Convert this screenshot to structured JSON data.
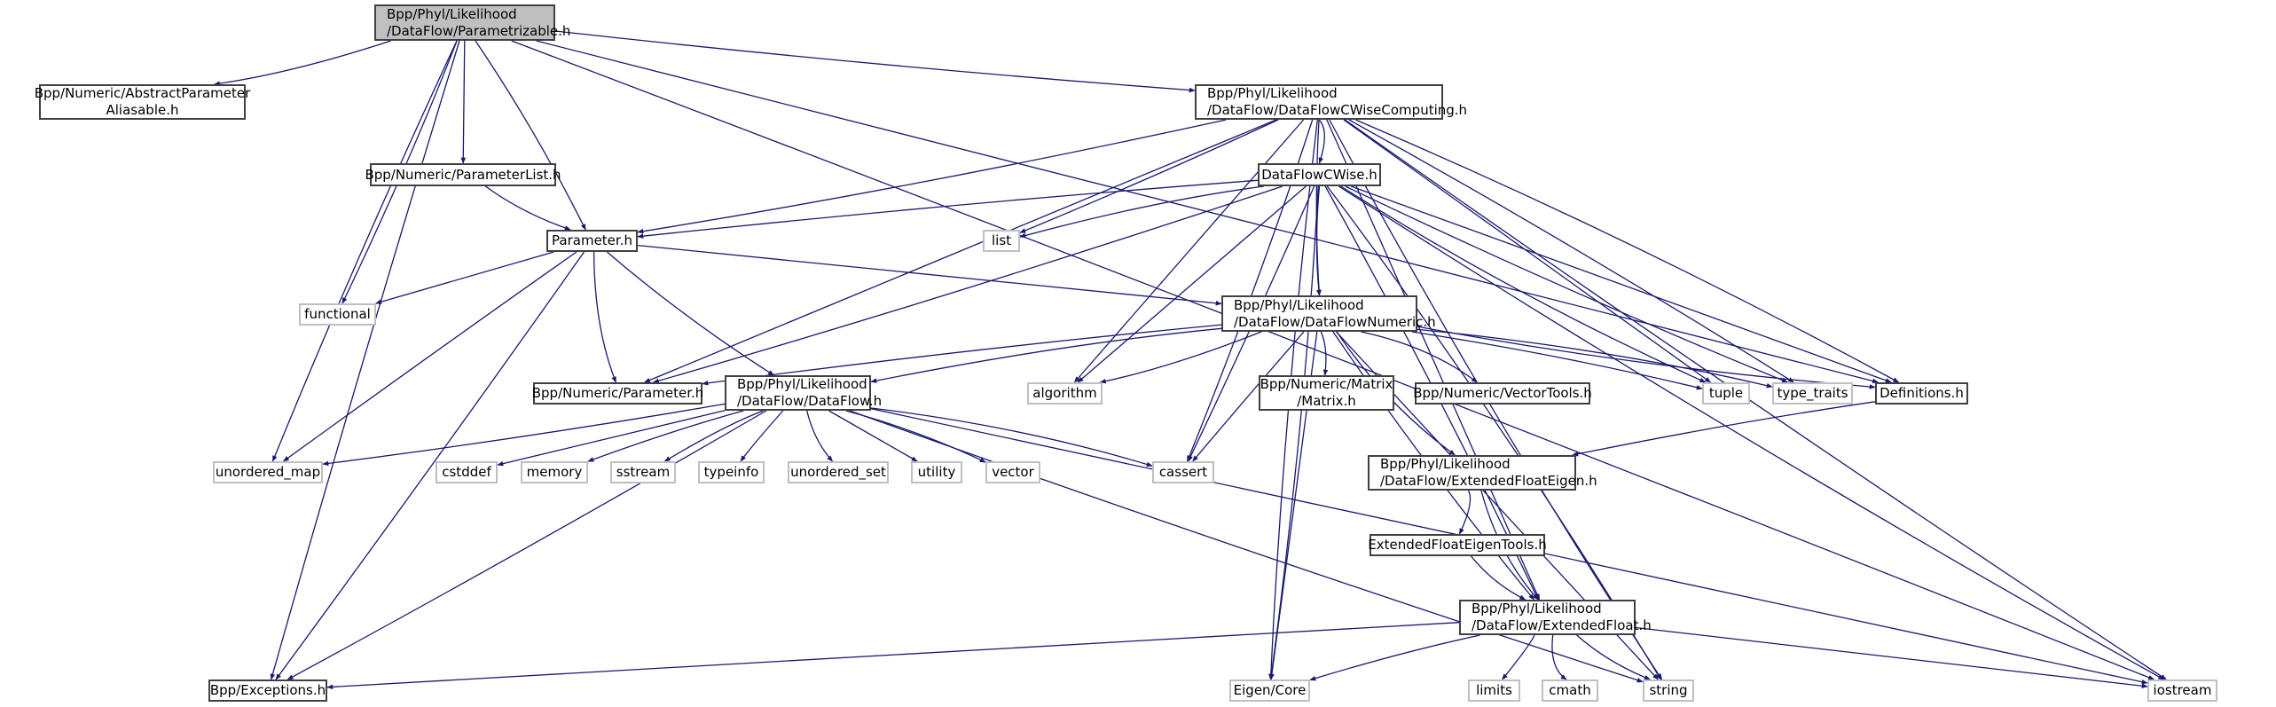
{
  "title": "Include dependency graph for Parametrizable.h",
  "colors": {
    "edge": "#191970",
    "root_fill": "#bfbfbf",
    "node_border": "#404040",
    "system_border": "#bfbfbf"
  },
  "nodes": {
    "root": {
      "label": "Bpp/Phyl/Likelihood\n/DataFlow/Parametrizable.h",
      "kind": "root"
    },
    "aliasable": {
      "label": "Bpp/Numeric/AbstractParameter\nAliasable.h",
      "kind": "local"
    },
    "cwisecomputing": {
      "label": "Bpp/Phyl/Likelihood\n/DataFlow/DataFlowCWiseComputing.h",
      "kind": "local"
    },
    "paramlist": {
      "label": "Bpp/Numeric/ParameterList.h",
      "kind": "local"
    },
    "cwise": {
      "label": "DataFlowCWise.h",
      "kind": "local"
    },
    "parameter": {
      "label": "Parameter.h",
      "kind": "local"
    },
    "list": {
      "label": "list",
      "kind": "system"
    },
    "functional": {
      "label": "functional",
      "kind": "system"
    },
    "numeric": {
      "label": "Bpp/Phyl/Likelihood\n/DataFlow/DataFlowNumeric.h",
      "kind": "local"
    },
    "numparam": {
      "label": "Bpp/Numeric/Parameter.h",
      "kind": "local"
    },
    "dataflow": {
      "label": "Bpp/Phyl/Likelihood\n/DataFlow/DataFlow.h",
      "kind": "local"
    },
    "algorithm": {
      "label": "algorithm",
      "kind": "system"
    },
    "matrix": {
      "label": "Bpp/Numeric/Matrix\n/Matrix.h",
      "kind": "local"
    },
    "vectortools": {
      "label": "Bpp/Numeric/VectorTools.h",
      "kind": "local"
    },
    "tuple": {
      "label": "tuple",
      "kind": "system"
    },
    "type_traits": {
      "label": "type_traits",
      "kind": "system"
    },
    "definitions": {
      "label": "Definitions.h",
      "kind": "local"
    },
    "unordered_map": {
      "label": "unordered_map",
      "kind": "system"
    },
    "cstddef": {
      "label": "cstddef",
      "kind": "system"
    },
    "memory": {
      "label": "memory",
      "kind": "system"
    },
    "sstream": {
      "label": "sstream",
      "kind": "system"
    },
    "typeinfo": {
      "label": "typeinfo",
      "kind": "system"
    },
    "unordered_set": {
      "label": "unordered_set",
      "kind": "system"
    },
    "utility": {
      "label": "utility",
      "kind": "system"
    },
    "vector": {
      "label": "vector",
      "kind": "system"
    },
    "cassert": {
      "label": "cassert",
      "kind": "system"
    },
    "efeigen": {
      "label": "Bpp/Phyl/Likelihood\n/DataFlow/ExtendedFloatEigen.h",
      "kind": "local"
    },
    "efeigentools": {
      "label": "ExtendedFloatEigenTools.h",
      "kind": "local"
    },
    "extfloat": {
      "label": "Bpp/Phyl/Likelihood\n/DataFlow/ExtendedFloat.h",
      "kind": "local"
    },
    "exceptions": {
      "label": "Bpp/Exceptions.h",
      "kind": "local"
    },
    "eigencore": {
      "label": "Eigen/Core",
      "kind": "system"
    },
    "limits": {
      "label": "limits",
      "kind": "system"
    },
    "cmath": {
      "label": "cmath",
      "kind": "system"
    },
    "string": {
      "label": "string",
      "kind": "system"
    },
    "iostream": {
      "label": "iostream",
      "kind": "system"
    }
  },
  "edges": [
    [
      "root",
      "aliasable"
    ],
    [
      "root",
      "cwisecomputing"
    ],
    [
      "root",
      "paramlist"
    ],
    [
      "root",
      "parameter"
    ],
    [
      "root",
      "functional"
    ],
    [
      "root",
      "unordered_map"
    ],
    [
      "root",
      "exceptions"
    ],
    [
      "root",
      "definitions"
    ],
    [
      "root",
      "iostream"
    ],
    [
      "cwisecomputing",
      "cwise"
    ],
    [
      "cwisecomputing",
      "parameter"
    ],
    [
      "cwisecomputing",
      "list"
    ],
    [
      "cwisecomputing",
      "numparam"
    ],
    [
      "cwisecomputing",
      "algorithm"
    ],
    [
      "cwisecomputing",
      "cassert"
    ],
    [
      "cwisecomputing",
      "eigencore"
    ],
    [
      "cwisecomputing",
      "numeric"
    ],
    [
      "cwisecomputing",
      "tuple"
    ],
    [
      "cwisecomputing",
      "type_traits"
    ],
    [
      "cwisecomputing",
      "definitions"
    ],
    [
      "cwisecomputing",
      "string"
    ],
    [
      "cwisecomputing",
      "iostream"
    ],
    [
      "cwisecomputing",
      "extfloat"
    ],
    [
      "cwise",
      "parameter"
    ],
    [
      "cwise",
      "list"
    ],
    [
      "cwise",
      "numparam"
    ],
    [
      "cwise",
      "numeric"
    ],
    [
      "cwise",
      "algorithm"
    ],
    [
      "cwise",
      "cassert"
    ],
    [
      "cwise",
      "eigencore"
    ],
    [
      "cwise",
      "tuple"
    ],
    [
      "cwise",
      "type_traits"
    ],
    [
      "cwise",
      "definitions"
    ],
    [
      "cwise",
      "extfloat"
    ],
    [
      "cwise",
      "string"
    ],
    [
      "cwise",
      "iostream"
    ],
    [
      "paramlist",
      "parameter"
    ],
    [
      "parameter",
      "functional"
    ],
    [
      "parameter",
      "unordered_map"
    ],
    [
      "parameter",
      "exceptions"
    ],
    [
      "parameter",
      "numparam"
    ],
    [
      "parameter",
      "dataflow"
    ],
    [
      "parameter",
      "numeric"
    ],
    [
      "numeric",
      "numparam"
    ],
    [
      "numeric",
      "dataflow"
    ],
    [
      "numeric",
      "algorithm"
    ],
    [
      "numeric",
      "cassert"
    ],
    [
      "numeric",
      "eigencore"
    ],
    [
      "numeric",
      "matrix"
    ],
    [
      "numeric",
      "vectortools"
    ],
    [
      "numeric",
      "efeigen"
    ],
    [
      "numeric",
      "extfloat"
    ],
    [
      "numeric",
      "string"
    ],
    [
      "numeric",
      "tuple"
    ],
    [
      "numeric",
      "type_traits"
    ],
    [
      "numeric",
      "definitions"
    ],
    [
      "dataflow",
      "unordered_map"
    ],
    [
      "dataflow",
      "cstddef"
    ],
    [
      "dataflow",
      "memory"
    ],
    [
      "dataflow",
      "sstream"
    ],
    [
      "dataflow",
      "typeinfo"
    ],
    [
      "dataflow",
      "unordered_set"
    ],
    [
      "dataflow",
      "utility"
    ],
    [
      "dataflow",
      "vector"
    ],
    [
      "dataflow",
      "cassert"
    ],
    [
      "dataflow",
      "exceptions"
    ],
    [
      "dataflow",
      "string"
    ],
    [
      "dataflow",
      "iostream"
    ],
    [
      "definitions",
      "efeigen"
    ],
    [
      "efeigen",
      "efeigentools"
    ],
    [
      "efeigen",
      "extfloat"
    ],
    [
      "efeigentools",
      "extfloat"
    ],
    [
      "extfloat",
      "exceptions"
    ],
    [
      "extfloat",
      "eigencore"
    ],
    [
      "extfloat",
      "limits"
    ],
    [
      "extfloat",
      "cmath"
    ],
    [
      "extfloat",
      "string"
    ],
    [
      "extfloat",
      "iostream"
    ]
  ]
}
